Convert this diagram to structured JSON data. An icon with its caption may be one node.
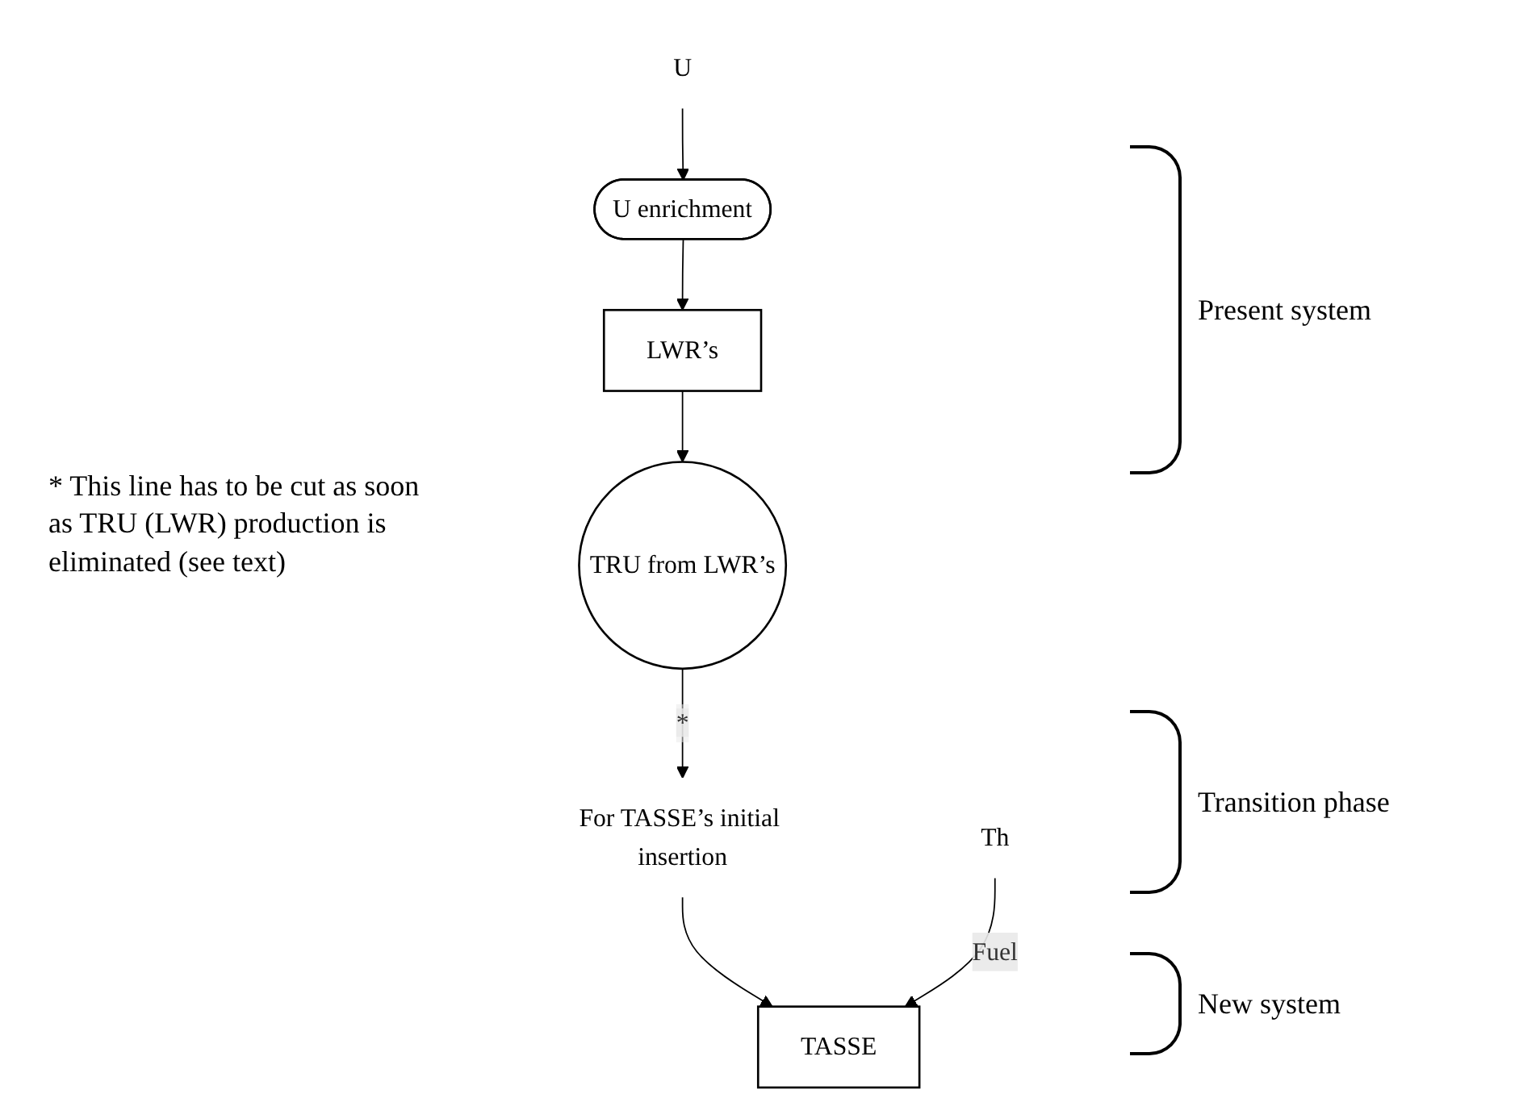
{
  "diagram": {
    "nodes": [
      {
        "text": [
          "U"
        ]
      },
      {
        "text": [
          "U enrichment"
        ]
      },
      {
        "text": [
          "LWR’s"
        ]
      },
      {
        "text": [
          "TRU from LWR’s"
        ]
      },
      {
        "text": [
          "For TASSE’s initial insertion"
        ]
      },
      {
        "text": [
          "Th"
        ]
      },
      {
        "text": [
          "TASSE"
        ]
      }
    ],
    "edges": [
      {
        "from": 0,
        "to": 1,
        "arrow": "to"
      },
      {
        "from": 1,
        "to": 2,
        "arrow": "to"
      },
      {
        "from": 2,
        "to": 3,
        "arrow": "to"
      },
      {
        "from": 3,
        "to": 4,
        "arrow": "to",
        "label": "*"
      },
      {
        "from": 4,
        "to": 6,
        "arrow": "to"
      },
      {
        "from": 5,
        "to": 6,
        "arrow": "to",
        "label": "Fuel"
      }
    ],
    "labels": [
      "Present system",
      "* This line has to be cut as soon as TRU (LWR) production is eliminated (see text)",
      "Transition phase",
      "New system"
    ]
  }
}
